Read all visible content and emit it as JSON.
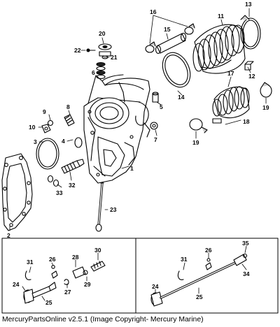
{
  "caption": "MercuryPartsOnline v2.5.1 (Image Copyright- Mercury Marine)",
  "callouts": [
    "1",
    "2",
    "3",
    "4",
    "5",
    "6",
    "7",
    "8",
    "9",
    "10",
    "11",
    "12",
    "13",
    "14",
    "15",
    "16",
    "17",
    "18",
    "19",
    "19",
    "20",
    "21",
    "22",
    "23",
    "32",
    "33",
    "31",
    "26",
    "28",
    "30",
    "24",
    "25",
    "27",
    "29",
    "31",
    "26",
    "35",
    "34",
    "24",
    "25"
  ]
}
